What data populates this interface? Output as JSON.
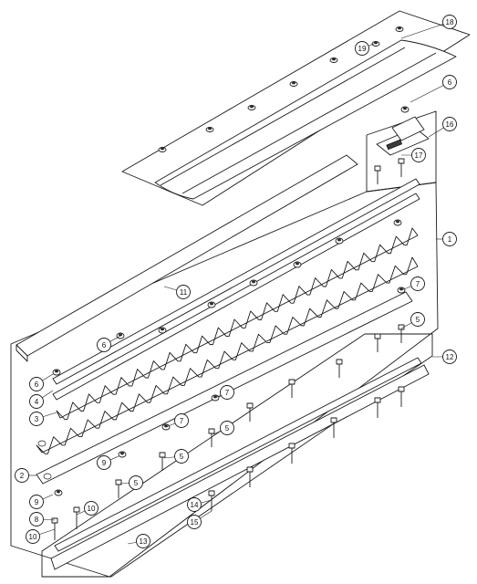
{
  "callouts": [
    {
      "id": "c18",
      "label": "18"
    },
    {
      "id": "c19",
      "label": "19"
    },
    {
      "id": "c6a",
      "label": "6"
    },
    {
      "id": "c16",
      "label": "16"
    },
    {
      "id": "c17",
      "label": "17"
    },
    {
      "id": "c1",
      "label": "1"
    },
    {
      "id": "c11",
      "label": "11"
    },
    {
      "id": "c7a",
      "label": "7"
    },
    {
      "id": "c5a",
      "label": "5"
    },
    {
      "id": "c6b",
      "label": "6"
    },
    {
      "id": "c6c",
      "label": "6"
    },
    {
      "id": "c4",
      "label": "4"
    },
    {
      "id": "c3",
      "label": "3"
    },
    {
      "id": "c7b",
      "label": "7"
    },
    {
      "id": "c7c",
      "label": "7"
    },
    {
      "id": "c5b",
      "label": "5"
    },
    {
      "id": "c9a",
      "label": "9"
    },
    {
      "id": "c5c",
      "label": "5"
    },
    {
      "id": "c2",
      "label": "2"
    },
    {
      "id": "c5d",
      "label": "5"
    },
    {
      "id": "c9b",
      "label": "9"
    },
    {
      "id": "c8",
      "label": "8"
    },
    {
      "id": "c10a",
      "label": "10"
    },
    {
      "id": "c10b",
      "label": "10"
    },
    {
      "id": "c14",
      "label": "14"
    },
    {
      "id": "c15",
      "label": "15"
    },
    {
      "id": "c12",
      "label": "12"
    },
    {
      "id": "c13",
      "label": "13"
    }
  ]
}
